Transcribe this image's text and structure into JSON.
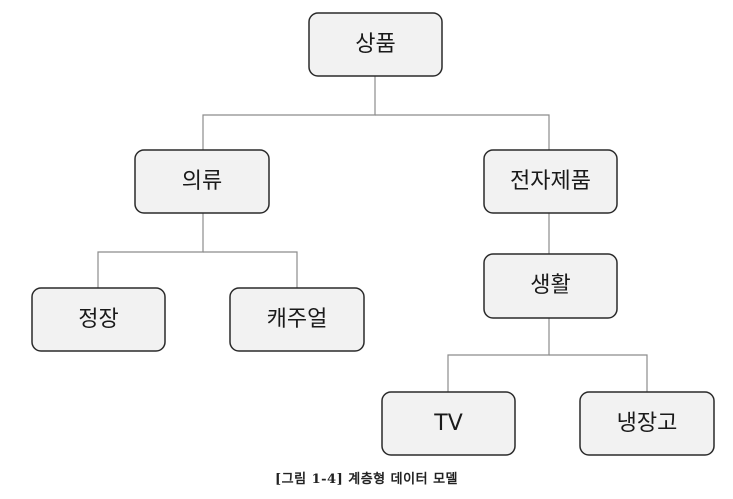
{
  "diagram": {
    "nodes": {
      "product": "상품",
      "clothing": "의류",
      "electronics": "전자제품",
      "formal": "정장",
      "casual": "캐주얼",
      "living": "생활",
      "tv": "TV",
      "refrigerator": "냉장고"
    },
    "caption": "[그림 1-4] 계층형 데이터 모델"
  }
}
